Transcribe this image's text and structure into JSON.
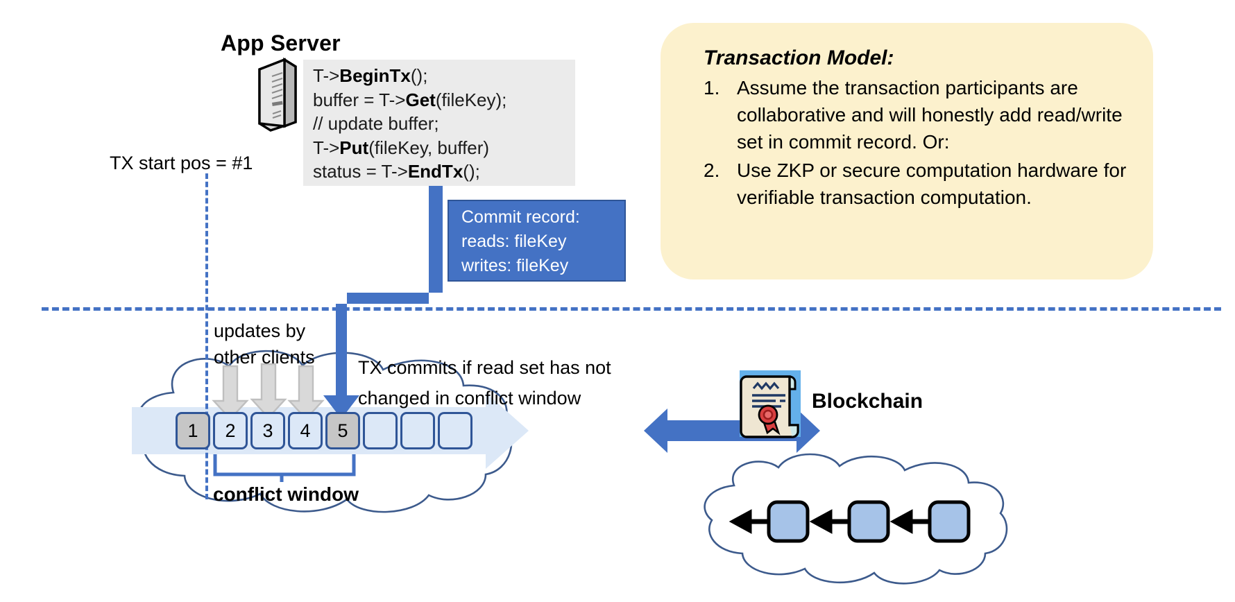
{
  "app_server": {
    "title": "App Server",
    "icon": "server-tower-icon",
    "code_lines": [
      {
        "pre": "T->",
        "bold": "BeginTx",
        "post": "();"
      },
      {
        "pre": "buffer = T->",
        "bold": "Get",
        "post": "(fileKey);"
      },
      {
        "pre": "// update buffer;",
        "bold": "",
        "post": ""
      },
      {
        "pre": "T->",
        "bold": "Put",
        "post": "(fileKey, buffer)"
      },
      {
        "pre": "status = T->",
        "bold": "EndTx",
        "post": "();"
      }
    ]
  },
  "commit_record": {
    "title": "Commit record:",
    "reads": "reads: fileKey",
    "writes": "writes: fileKey",
    "bg_color": "#4472C4"
  },
  "transaction_model": {
    "title": "Transaction Model:",
    "bg_color": "#FCF1CD",
    "items": [
      {
        "num": "1.",
        "text": "Assume the transaction participants are collaborative and will honestly add read/write set in commit record.  Or:"
      },
      {
        "num": "2.",
        "text": "Use ZKP or secure computation hardware for verifiable transaction computation."
      }
    ]
  },
  "labels": {
    "tx_start_pos": "TX start pos = #1",
    "updates_by_other_clients": "updates by\nother clients",
    "updates_line1": "updates by",
    "updates_line2": "other clients",
    "tx_commits_line1": "TX commits if read set has not",
    "tx_commits_line2": "changed in conflict window",
    "conflict_window": "conflict window",
    "blockchain": "Blockchain"
  },
  "log": {
    "boxes": [
      {
        "label": "1",
        "state": "filled"
      },
      {
        "label": "2",
        "state": "empty"
      },
      {
        "label": "3",
        "state": "empty"
      },
      {
        "label": "4",
        "state": "empty"
      },
      {
        "label": "5",
        "state": "filled"
      },
      {
        "label": "",
        "state": "empty"
      },
      {
        "label": "",
        "state": "empty"
      },
      {
        "label": "",
        "state": "empty"
      }
    ],
    "filled_color": "#C6C6C6",
    "empty_color": "#DCE8F7",
    "border_color": "#2F5597"
  },
  "blockchain_chain": {
    "block_count": 3,
    "block_color": "#A6C3E8",
    "certificate_icon": "certificate-seal-icon"
  },
  "colors": {
    "accent_blue": "#4472C4",
    "dark_blue": "#2F5597",
    "cloud_stroke": "#3C5A8C",
    "gray_arrow": "#BFBFBF",
    "code_bg": "#EBEBEB"
  }
}
